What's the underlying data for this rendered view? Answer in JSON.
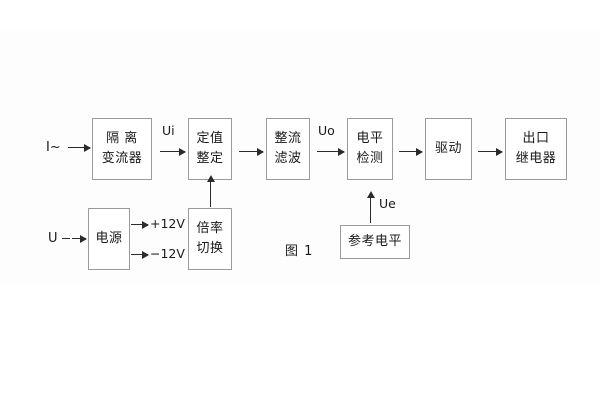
{
  "figure": {
    "caption": "图 1",
    "blocks": [
      {
        "id": "isolation-transformer",
        "lines": [
          "隔 离",
          "变流器"
        ]
      },
      {
        "id": "setpoint-adjust",
        "lines": [
          "定值",
          "整定"
        ]
      },
      {
        "id": "rectify-filter",
        "lines": [
          "整流",
          "滤波"
        ]
      },
      {
        "id": "level-detect",
        "lines": [
          "电平",
          "检测"
        ]
      },
      {
        "id": "drive",
        "lines": [
          "驱动"
        ]
      },
      {
        "id": "output-relay",
        "lines": [
          "出口",
          "继电器"
        ]
      },
      {
        "id": "power-supply",
        "lines": [
          "电源"
        ]
      },
      {
        "id": "multiplier-switch",
        "lines": [
          "倍率",
          "切换"
        ]
      },
      {
        "id": "reference-level",
        "lines": [
          "参考电平"
        ]
      }
    ],
    "signal_labels": {
      "current_input": "I~",
      "voltage_input": "U",
      "ui": "Ui",
      "uo": "Uo",
      "ue": "Ue",
      "rail_positive": "+12V",
      "rail_negative": "−12V"
    },
    "colors": {
      "box_border": "#9a9a9a",
      "box_fill": "#ffffff",
      "line": "#2b2b2b",
      "text": "#1a1a1a",
      "background": "#ffffff",
      "panel": "#fdfdfe"
    }
  }
}
